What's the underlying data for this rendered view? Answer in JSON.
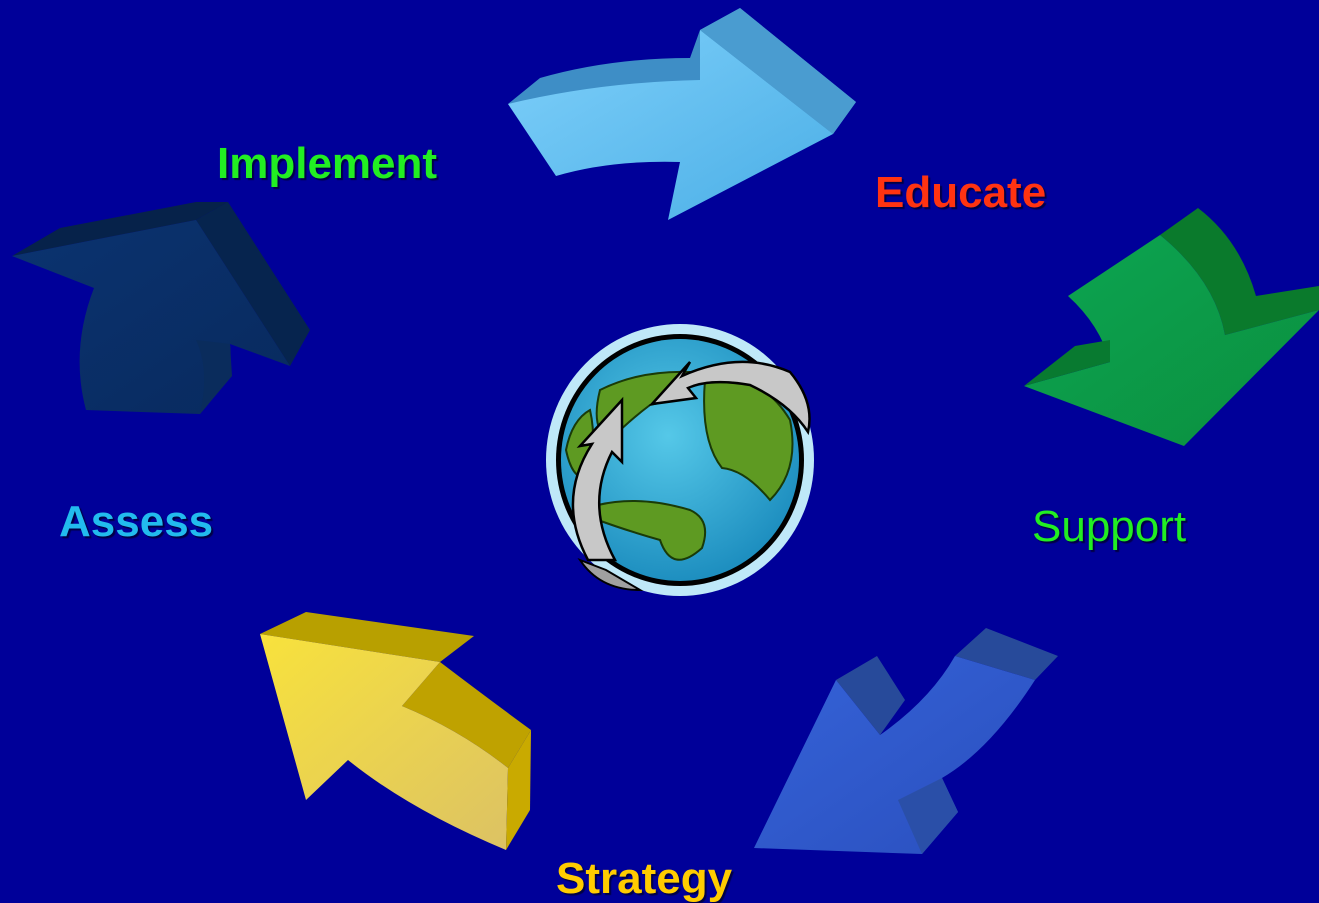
{
  "labels": {
    "implement": "Implement",
    "educate": "Educate",
    "support": "Support",
    "assess": "Assess",
    "strategy": "Strategy"
  },
  "colors": {
    "background": "#000099",
    "implement": "#22EE22",
    "educate": "#FF3311",
    "support": "#22EE22",
    "assess": "#22BBEE",
    "strategy": "#FFCC00",
    "arrow_top": "#5BBEF0",
    "arrow_right": "#0A9A4A",
    "arrow_bottom_right": "#2E55C8",
    "arrow_bottom_left": "#F0D23C",
    "arrow_left": "#0A2F66"
  },
  "center_icon": "globe-with-circular-arrows-icon"
}
